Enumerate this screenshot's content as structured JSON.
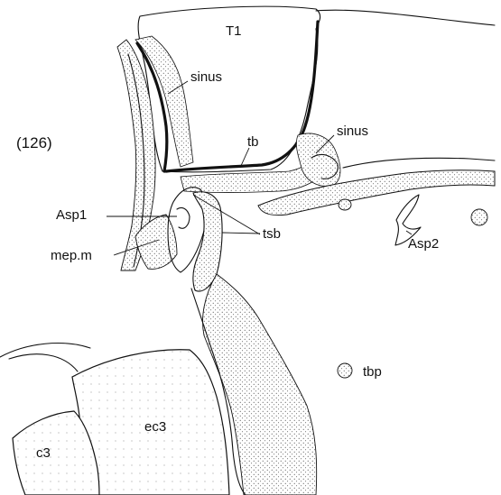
{
  "figure_number": "(126)",
  "labels": {
    "t1": "T1",
    "sinus_upper": "sinus",
    "sinus_right": "sinus",
    "tb": "tb",
    "asp1": "Asp1",
    "mep_m": "mep.m",
    "tsb": "tsb",
    "asp2": "Asp2",
    "tbp": "tbp",
    "ec3": "ec3",
    "c3": "c3"
  }
}
